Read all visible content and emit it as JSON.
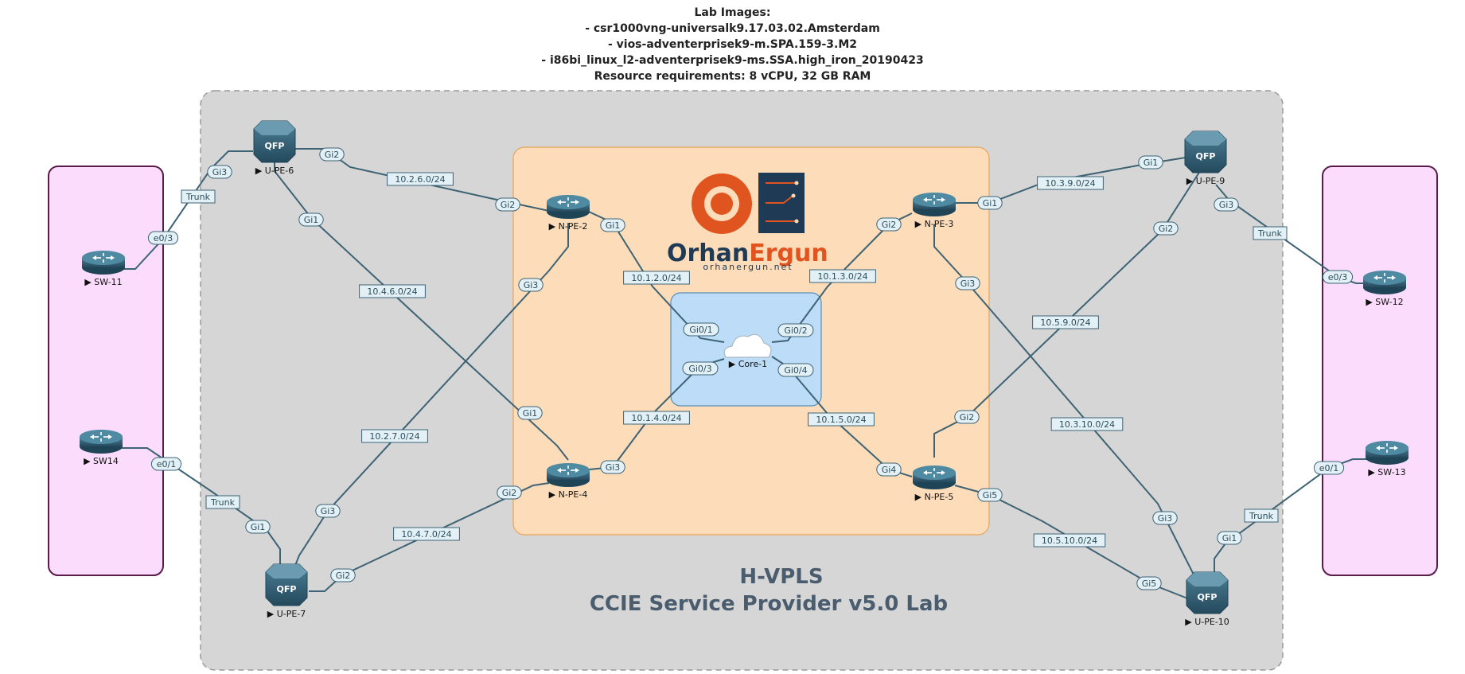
{
  "header": {
    "lines": [
      "Lab Images:",
      "- csr1000vng-universalk9.17.03.02.Amsterdam",
      "- vios-adventerprisek9-m.SPA.159-3.M2",
      "- i86bi_linux_l2-adventerprisek9-ms.SSA.high_iron_20190423",
      "Resource requirements: 8 vCPU, 32 GB RAM"
    ]
  },
  "title": {
    "line1": "H-VPLS",
    "line2": "CCIE Service Provider v5.0 Lab"
  },
  "logo": {
    "name_part1": "Orhan",
    "name_part2": "Ergun",
    "url": "orhanergun.net"
  },
  "colors": {
    "outer_area": "#d6d6d6",
    "core_area": "#fddcb9",
    "cloud_area": "#bcdcf7",
    "access_area": "#fcdcfc",
    "link": "#3d6375",
    "device": "#2f5d73",
    "logo_orange": "#e0541f",
    "logo_navy": "#1f3a55"
  },
  "nodes": {
    "sw11": {
      "label": "SW-11",
      "kind": "switch"
    },
    "sw14": {
      "label": "SW14",
      "kind": "switch"
    },
    "sw12": {
      "label": "SW-12",
      "kind": "switch"
    },
    "sw13": {
      "label": "SW-13",
      "kind": "switch"
    },
    "upe6": {
      "label": "U-PE-6",
      "kind": "qfp-router"
    },
    "upe7": {
      "label": "U-PE-7",
      "kind": "qfp-router"
    },
    "upe9": {
      "label": "U-PE-9",
      "kind": "qfp-router"
    },
    "upe10": {
      "label": "U-PE-10",
      "kind": "qfp-router"
    },
    "npe2": {
      "label": "N-PE-2",
      "kind": "router"
    },
    "npe3": {
      "label": "N-PE-3",
      "kind": "router"
    },
    "npe4": {
      "label": "N-PE-4",
      "kind": "router"
    },
    "npe5": {
      "label": "N-PE-5",
      "kind": "router"
    },
    "core1": {
      "label": "Core-1",
      "kind": "cloud"
    }
  },
  "links": [
    {
      "from": "sw11",
      "to": "upe6",
      "a_if": "e0/3",
      "b_if": "Gi3",
      "subnet": "Trunk"
    },
    {
      "from": "sw14",
      "to": "upe7",
      "a_if": "e0/1",
      "b_if": "Gi1",
      "subnet": "Trunk"
    },
    {
      "from": "sw12",
      "to": "upe9",
      "a_if": "e0/3",
      "b_if": "Gi3",
      "subnet": "Trunk"
    },
    {
      "from": "sw13",
      "to": "upe10",
      "a_if": "e0/1",
      "b_if": "Gi1",
      "subnet": "Trunk"
    },
    {
      "from": "upe6",
      "to": "npe2",
      "a_if": "Gi2",
      "b_if": "Gi2",
      "subnet": "10.2.6.0/24"
    },
    {
      "from": "upe6",
      "to": "npe4",
      "a_if": "Gi1",
      "b_if": "Gi1",
      "subnet": "10.4.6.0/24"
    },
    {
      "from": "upe7",
      "to": "npe2",
      "a_if": "Gi3",
      "b_if": "Gi3",
      "subnet": "10.2.7.0/24"
    },
    {
      "from": "upe7",
      "to": "npe4",
      "a_if": "Gi2",
      "b_if": "Gi2",
      "subnet": "10.4.7.0/24"
    },
    {
      "from": "npe2",
      "to": "core1",
      "a_if": "Gi1",
      "b_if": "Gi0/1",
      "subnet": "10.1.2.0/24"
    },
    {
      "from": "npe3",
      "to": "core1",
      "a_if": "Gi2",
      "b_if": "Gi0/2",
      "subnet": "10.1.3.0/24"
    },
    {
      "from": "npe4",
      "to": "core1",
      "a_if": "Gi3",
      "b_if": "Gi0/3",
      "subnet": "10.1.4.0/24"
    },
    {
      "from": "npe5",
      "to": "core1",
      "a_if": "Gi4",
      "b_if": "Gi0/4",
      "subnet": "10.1.5.0/24"
    },
    {
      "from": "npe3",
      "to": "upe9",
      "a_if": "Gi1",
      "b_if": "Gi1",
      "subnet": "10.3.9.0/24"
    },
    {
      "from": "npe3",
      "to": "upe10",
      "a_if": "Gi3",
      "b_if": "Gi3",
      "subnet": "10.3.10.0/24"
    },
    {
      "from": "npe5",
      "to": "upe9",
      "a_if": "Gi2",
      "b_if": "Gi2",
      "subnet": "10.5.9.0/24"
    },
    {
      "from": "npe5",
      "to": "upe10",
      "a_if": "Gi5",
      "b_if": "Gi5",
      "subnet": "10.5.10.0/24"
    }
  ]
}
